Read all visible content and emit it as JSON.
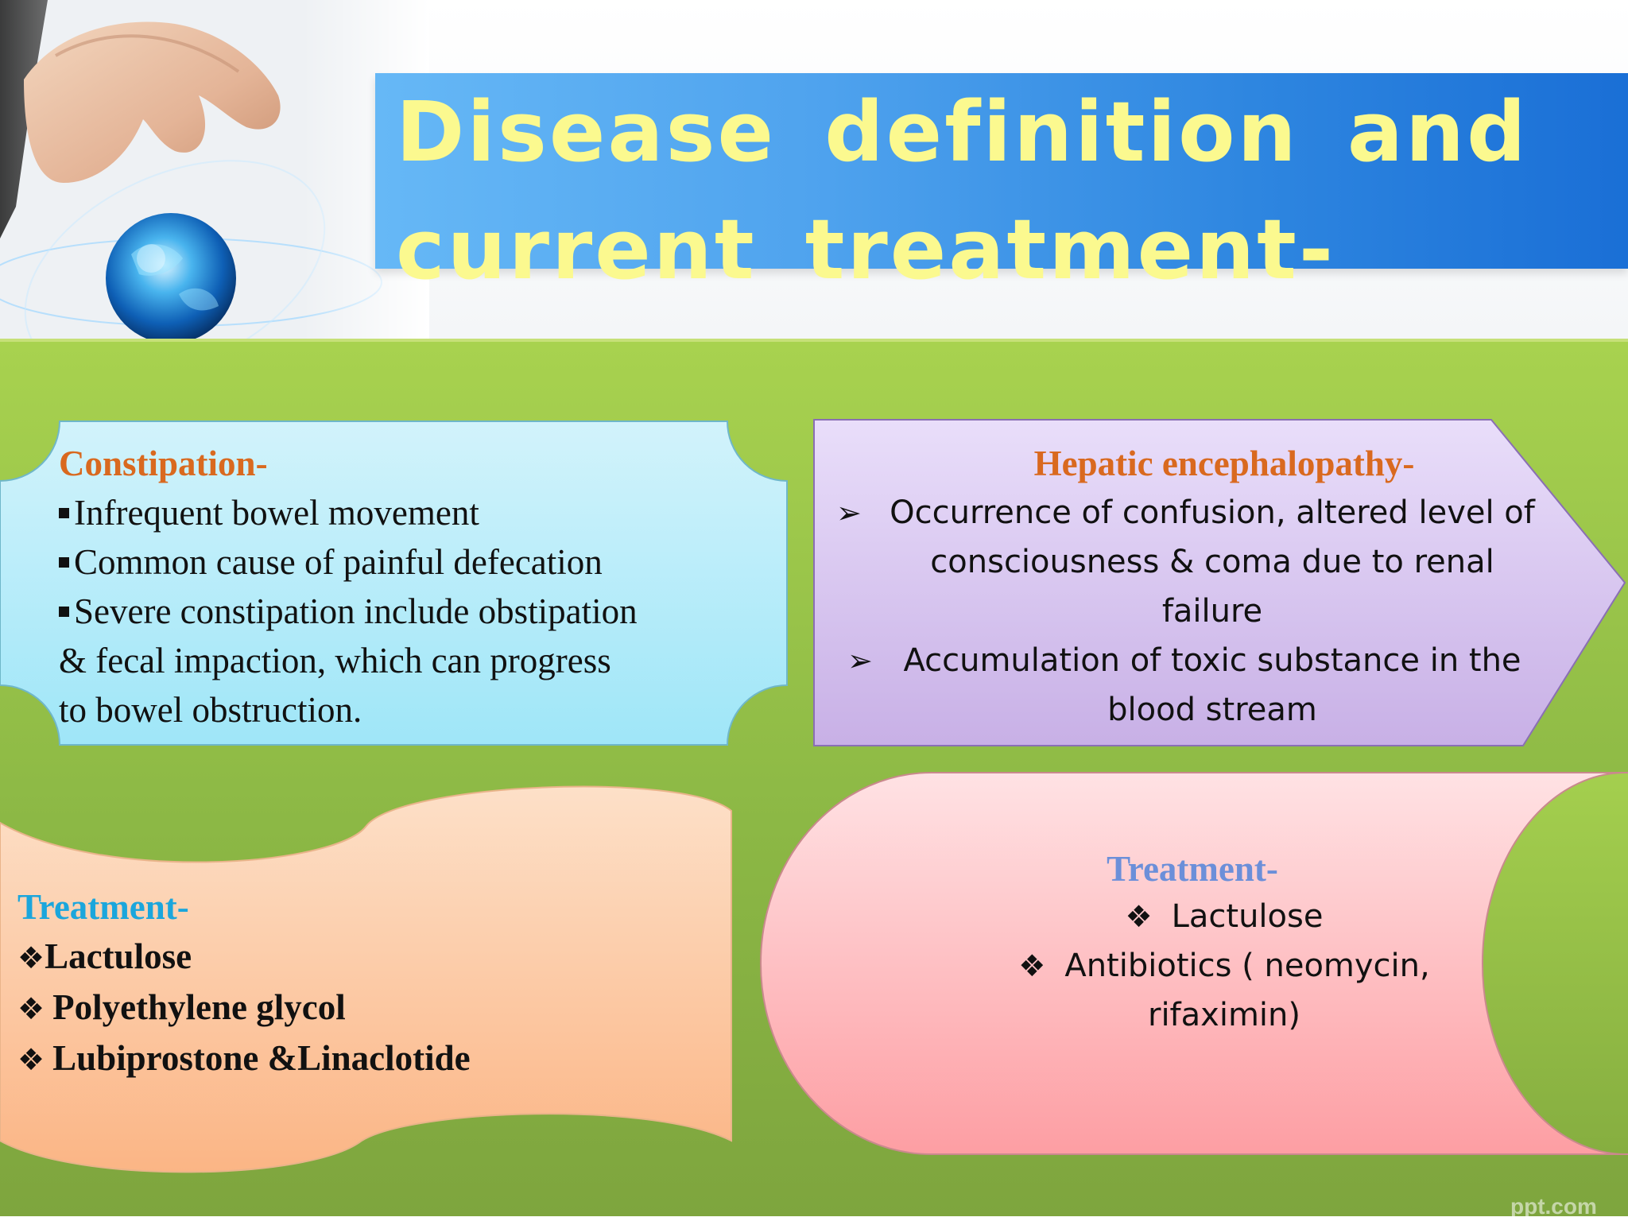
{
  "slide": {
    "title": "Disease definition and\ncurrent treatment-"
  },
  "constipation": {
    "heading": "Constipation-",
    "items": [
      "Infrequent bowel movement",
      "Common cause of painful defecation",
      "Severe constipation include obstipation"
    ],
    "continuation": [
      "& fecal impaction, which can progress",
      "to bowel obstruction."
    ]
  },
  "hepatic": {
    "heading": "Hepatic encephalopathy-",
    "items": [
      {
        "lines": [
          "Occurrence of confusion, altered level of",
          "consciousness & coma due to renal",
          "failure"
        ]
      },
      {
        "lines": [
          "Accumulation of toxic substance in the",
          "blood stream"
        ]
      }
    ]
  },
  "treatment_left": {
    "heading": "Treatment-",
    "items": [
      "Lactulose",
      "Polyethylene glycol",
      "Lubiprostone &Linaclotide"
    ]
  },
  "treatment_right": {
    "heading": "Treatment-",
    "items": [
      "Lactulose",
      "Antibiotics ( neomycin,"
    ],
    "continuation": "rifaximin)"
  },
  "watermark": "ppt.com",
  "colors": {
    "title_text": "#fbf98f",
    "title_banner": "#2e86e0",
    "panel_green": "#8cb845",
    "heading_orange": "#d9691f",
    "heading_cyan": "#1ba6dc",
    "heading_blue": "#6b8fd9",
    "box_cyan": "#bfeefb",
    "box_lavender": "#d9c8ee",
    "box_peach": "#fcc69a",
    "box_pink": "#fdb9bd"
  },
  "icons": {
    "constipation_bullet": "black-square-bullet",
    "hepatic_bullet": "arrowhead-bullet",
    "treatment_bullet": "four-petal-diamond-bullet"
  }
}
